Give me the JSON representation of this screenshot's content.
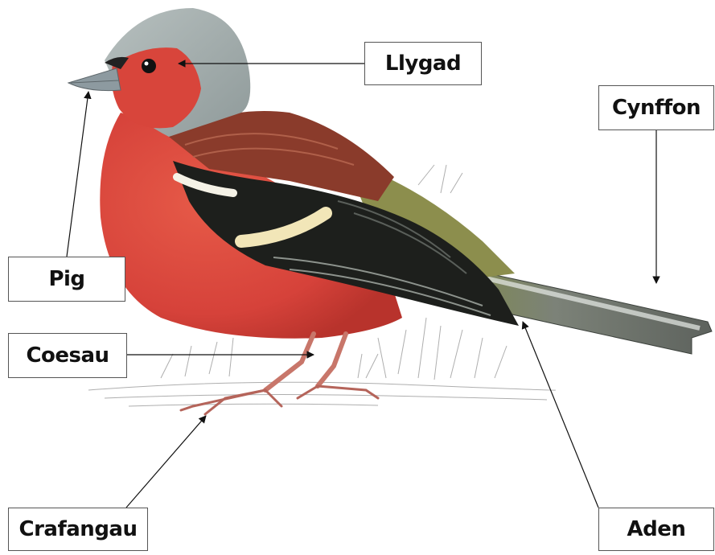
{
  "labels": {
    "llygad": "Llygad",
    "cynffon": "Cynffon",
    "pig": "Pig",
    "coesau": "Coesau",
    "crafangau": "Crafangau",
    "aden": "Aden"
  },
  "colors": {
    "breast": "#d9473a",
    "head_grey": "#9aa6a6",
    "back_brown": "#8a3a2a",
    "wing_black": "#1d1f1c",
    "wing_bar": "#f2e6b8",
    "rump_olive": "#8b8c4a",
    "tail_grey": "#7a807a",
    "leg": "#c8766a",
    "line": "#111111"
  }
}
